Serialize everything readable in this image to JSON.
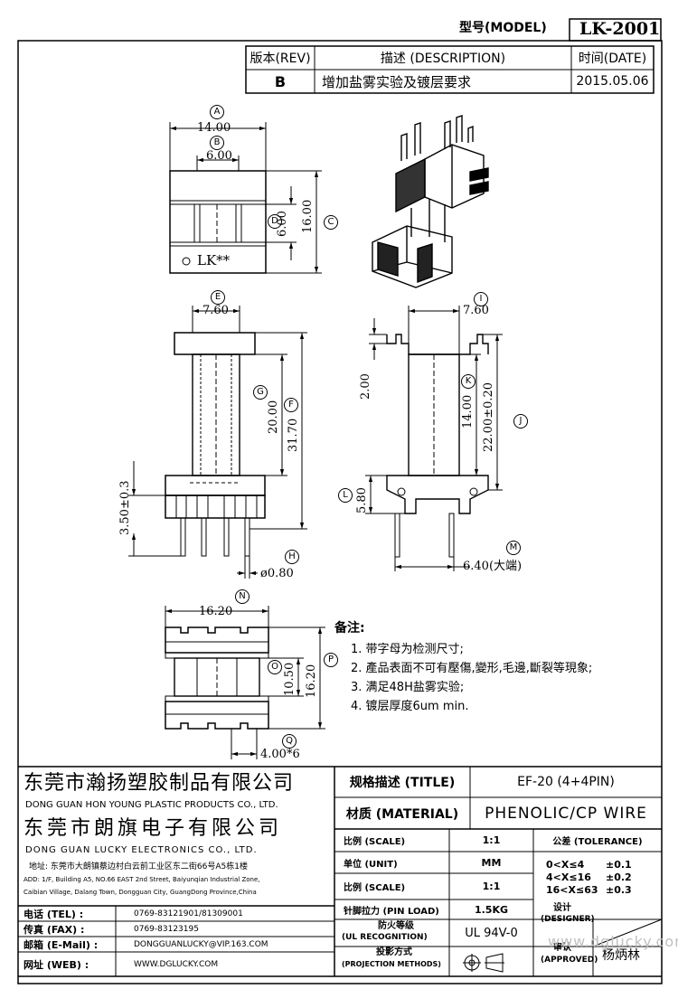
{
  "header": {
    "model_label": "型号(MODEL)",
    "model_value": "LK-2001",
    "rev_label": "版本(REV)",
    "desc_label": "描述 (DESCRIPTION)",
    "date_label": "时间(DATE)",
    "rev_value": "B",
    "desc_value": "增加盐雾实验及镀层要求",
    "date_value": "2015.05.06"
  },
  "drawing": {
    "top_view": {
      "dim_A": "14.00",
      "dim_B": "6.00",
      "dim_C": "16.00",
      "dim_D": "6.00",
      "marking": "LK**",
      "circle_A": "A",
      "circle_B": "B",
      "circle_C": "C",
      "circle_D": "D"
    },
    "front_view": {
      "dim_E": "7.60",
      "dim_G": "20.00",
      "dim_F": "31.70",
      "dim_pin": "3.50±0.3",
      "dim_H": "ø0.80",
      "circle_E": "E",
      "circle_G": "G",
      "circle_F": "F",
      "circle_H": "H"
    },
    "side_view": {
      "dim_I": "7.60",
      "dim_top": "2.00",
      "dim_K": "14.00",
      "dim_J": "22.00±0.20",
      "dim_L": "5.80",
      "dim_M": "6.40(大端)",
      "circle_I": "I",
      "circle_K": "K",
      "circle_J": "J",
      "circle_L": "L",
      "circle_M": "M"
    },
    "bottom_view": {
      "dim_N": "16.20",
      "dim_O": "10.50",
      "dim_P": "16.20",
      "dim_Q": "4.00*6",
      "circle_N": "N",
      "circle_O": "O",
      "circle_P": "P",
      "circle_Q": "Q"
    }
  },
  "notes": {
    "title": "备注:",
    "items": [
      "1. 带字母为检测尺寸;",
      "2. 產品表面不可有壓傷,變形,毛邊,斷裂等現象;",
      "3. 满足48H盐雾实验;",
      "4. 镀层厚度6um min."
    ]
  },
  "company": {
    "name_cn_1": "东莞市瀚扬塑胶制品有限公司",
    "name_en_1": "DONG GUAN HON YOUNG PLASTIC PRODUCTS CO., LTD.",
    "name_cn_2": "东莞市朗旗电子有限公司",
    "name_en_2": "DONG GUAN LUCKY ELECTRONICS CO., LTD.",
    "address_cn": "地址: 东莞市大朗镇蔡边村白云前工业区东二街66号A5栋1楼",
    "address_en_1": "ADD: 1/F, Building A5, NO.66 EAST 2nd Street, Baiyunqian Industrial Zone,",
    "address_en_2": "Caibian Village, Dalang Town, Dongguan City, GuangDong Province,China"
  },
  "contacts": [
    {
      "label": "电话 (TEL) :",
      "value": "0769-83121901/81309001"
    },
    {
      "label": "传真 (FAX) :",
      "value": "0769-83123195"
    },
    {
      "label": "邮箱 (E-Mail) :",
      "value": "DONGGUANLUCKY@VIP.163.COM"
    },
    {
      "label": "网址 (WEB) :",
      "value": "WWW.DGLUCKY.COM"
    }
  ],
  "spec": {
    "title_label": "规格描述 (TITLE)",
    "title_value": "EF-20 (4+4PIN)",
    "material_label": "材质 (MATERIAL)",
    "material_value": "PHENOLIC/CP WIRE",
    "scale_label": "比例 (SCALE)",
    "scale_value": "1:1",
    "tolerance_label": "公差 (TOLERANCE)",
    "unit_label": "单位 (UNIT)",
    "unit_value": "MM",
    "scale2_label": "比例 (SCALE)",
    "scale2_value": "1:1",
    "tol_rows": [
      {
        "range": "0<X≤4",
        "tol": "±0.1"
      },
      {
        "range": "4<X≤16",
        "tol": "±0.2"
      },
      {
        "range": "16<X≤63",
        "tol": "±0.3"
      }
    ],
    "pin_load_label": "针脚拉力 (PIN LOAD)",
    "pin_load_value": "1.5KG",
    "designer_label": "设计",
    "designer_label_en": "(DESIGNER)",
    "ul_label": "防火等级",
    "ul_label_en": "(UL RECOGNITION)",
    "ul_value": "UL 94V-0",
    "approved_label": "审认",
    "approved_label_en": "(APPROVED)",
    "approved_value": "杨炳林",
    "projection_label": "投影方式",
    "projection_label_en": "(PROJECTION METHODS)"
  },
  "watermark": "www.dglucky.com"
}
